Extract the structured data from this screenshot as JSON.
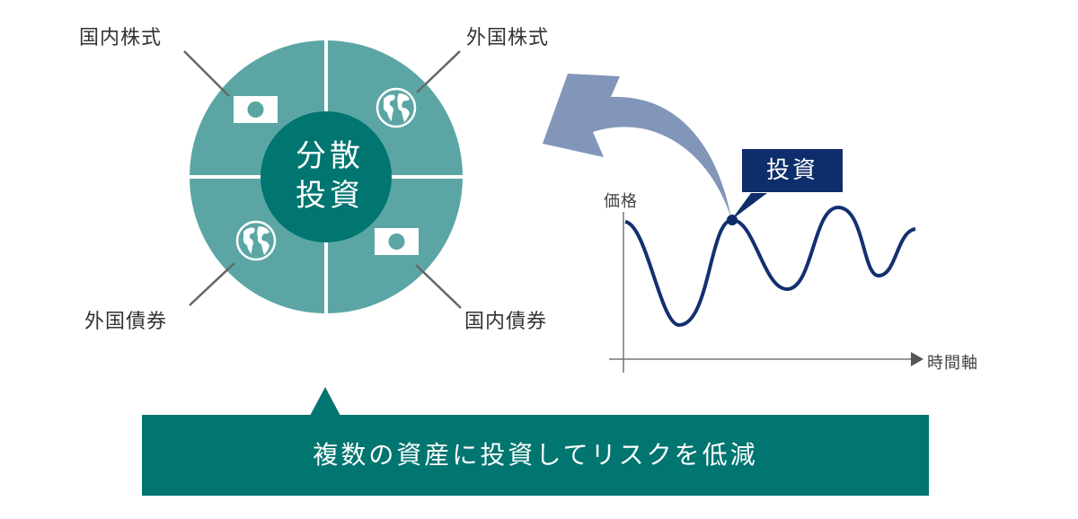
{
  "diagram": {
    "center": {
      "line1": "分散",
      "line2": "投資"
    },
    "segments": [
      {
        "label": "国内株式",
        "icon": "japan-flag-icon",
        "position": "top-left"
      },
      {
        "label": "外国株式",
        "icon": "globe-icon",
        "position": "top-right"
      },
      {
        "label": "外国債券",
        "icon": "globe-icon",
        "position": "bottom-left"
      },
      {
        "label": "国内債券",
        "icon": "japan-flag-icon",
        "position": "bottom-right"
      }
    ],
    "callout": "投資",
    "chart": {
      "ylabel": "価格",
      "xlabel": "時間軸"
    },
    "banner": "複数の資産に投資してリスクを低減",
    "colors": {
      "segment": "#5ba6a4",
      "center": "#017570",
      "banner": "#017570",
      "callout": "#0e2d6b",
      "line": "#13306f",
      "arrow": "#8196b8",
      "leader": "#666666"
    }
  }
}
